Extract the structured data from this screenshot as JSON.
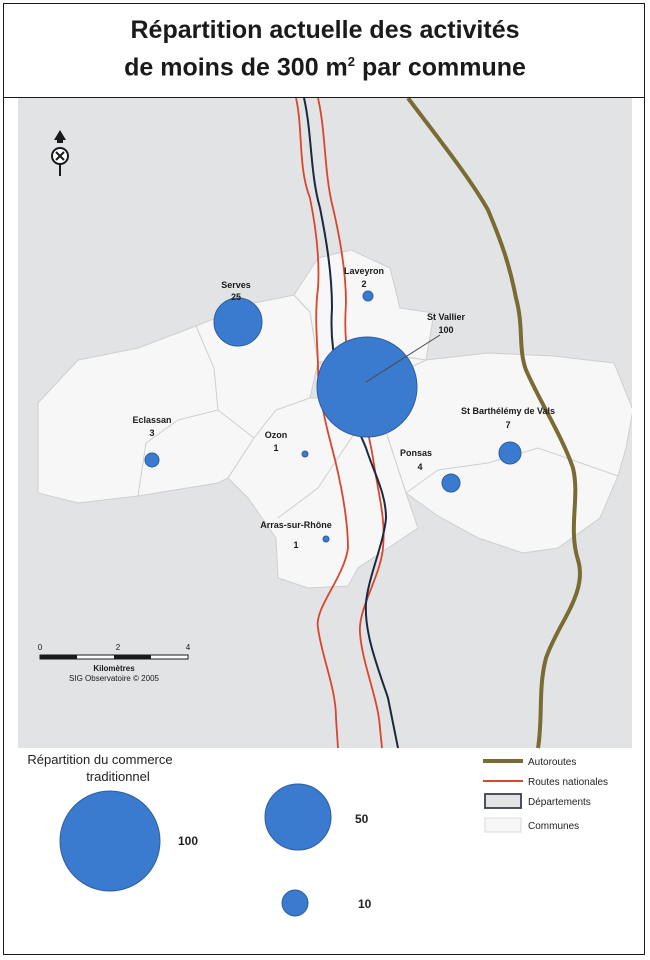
{
  "title": {
    "line1": "Répartition actuelle des activités",
    "line2_prefix": "de moins de 300 m",
    "line2_sup": "2",
    "line2_suffix": " par commune"
  },
  "communes": [
    {
      "name": "Serves",
      "value": "25"
    },
    {
      "name": "Laveyron",
      "value": "2"
    },
    {
      "name": "St Vallier",
      "value": "100"
    },
    {
      "name": "Eclassan",
      "value": "3"
    },
    {
      "name": "Ozon",
      "value": "1"
    },
    {
      "name": "Ponsas",
      "value": "4"
    },
    {
      "name": "St Barthélémy de Vals",
      "value": "7"
    },
    {
      "name": "Arras-sur-Rhône",
      "value": "1"
    }
  ],
  "scale_bar": {
    "ticks": [
      "0",
      "2",
      "4"
    ],
    "unit": "Kilomètres",
    "credit": "SIG Observatoire © 2005"
  },
  "legend": {
    "title_line1": "Répartition du commerce",
    "title_line2": "traditionnel",
    "circles": [
      "100",
      "50",
      "10"
    ],
    "lines": [
      "Autoroutes",
      "Routes nationales",
      "Départements",
      "Communes"
    ]
  },
  "colors": {
    "circle": "#3a7bd0",
    "circle_edge": "#2c5f9e",
    "road": "#d9452e",
    "river": "#1b2840",
    "motorway": "#786c32",
    "background": "#e2e3e5",
    "commune": "#f7f7f7"
  }
}
